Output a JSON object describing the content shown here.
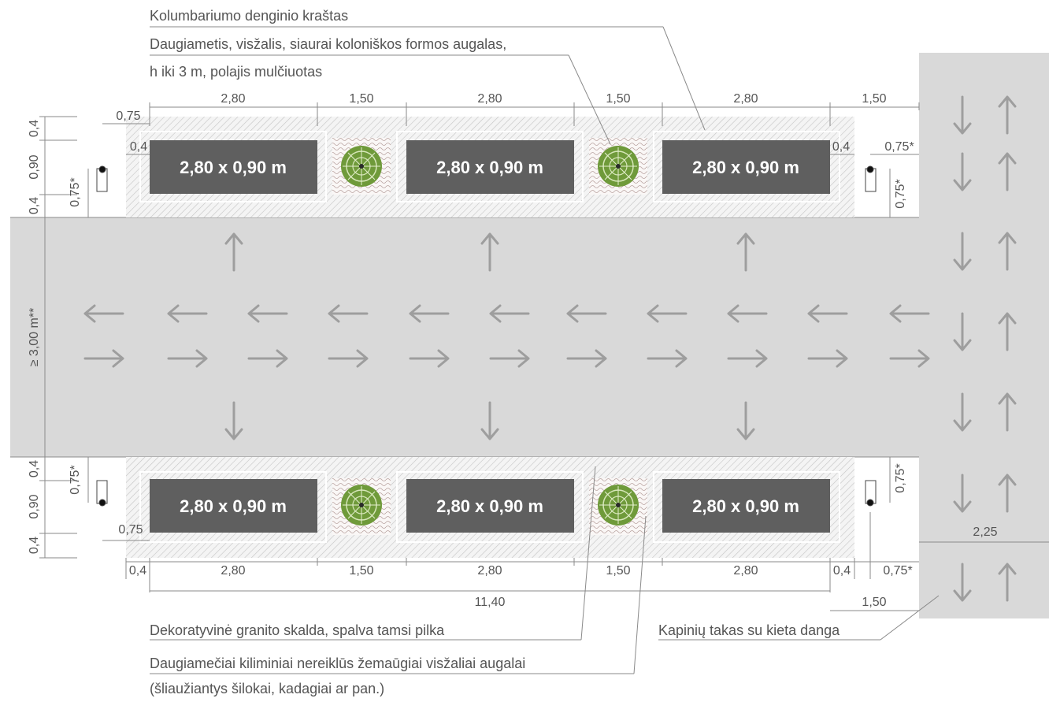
{
  "callouts": {
    "top1": "Kolumbariumo denginio kraštas",
    "top2a": "Daugiametis, visžalis, siaurai koloniškos formos augalas,",
    "top2b": "h iki 3 m, polajis mulčiuotas",
    "bottom1": "Dekoratyvinė granito skalda, spalva tamsi pilka",
    "bottom2a": "Daugiamečiai kiliminiai nereiklūs žemaūgiai visžaliai augalai",
    "bottom2b": "(šliaužiantys šilokai, kadagiai ar pan.)",
    "path": "Kapinių takas su kieta danga"
  },
  "plots": {
    "label": "2,80 x 0,90 m"
  },
  "dims": {
    "d280": "2,80",
    "d150": "1,50",
    "d075": "0,75",
    "d075s": "0,75*",
    "d04": "0,4",
    "d090": "0,90",
    "d1140": "11,40",
    "d225": "2,25",
    "d300": "≥ 3,00 m**"
  },
  "colors": {
    "path_gray": "#d9d9d9",
    "plot_dark": "#5f5f5f",
    "plant_green": "#6f9a3a",
    "arrow_gray": "#9e9e9e"
  }
}
